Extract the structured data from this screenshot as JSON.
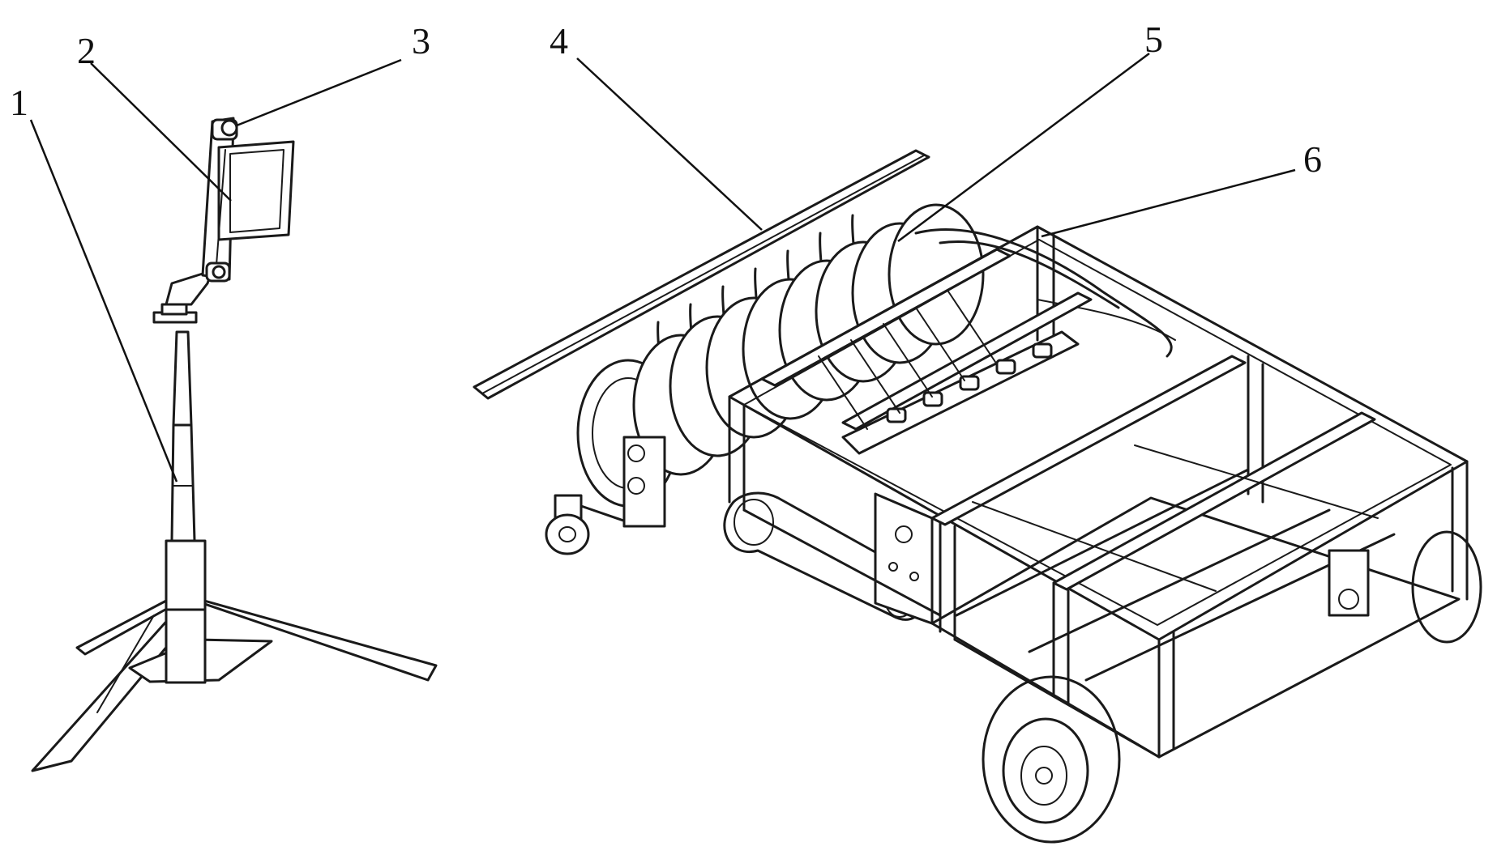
{
  "figure": {
    "callouts": [
      {
        "id": "c1",
        "label": "1"
      },
      {
        "id": "c2",
        "label": "2"
      },
      {
        "id": "c3",
        "label": "3"
      },
      {
        "id": "c4",
        "label": "4"
      },
      {
        "id": "c5",
        "label": "5"
      },
      {
        "id": "c6",
        "label": "6"
      }
    ]
  },
  "colors": {
    "line": "#1a1a1a",
    "background": "#ffffff"
  }
}
